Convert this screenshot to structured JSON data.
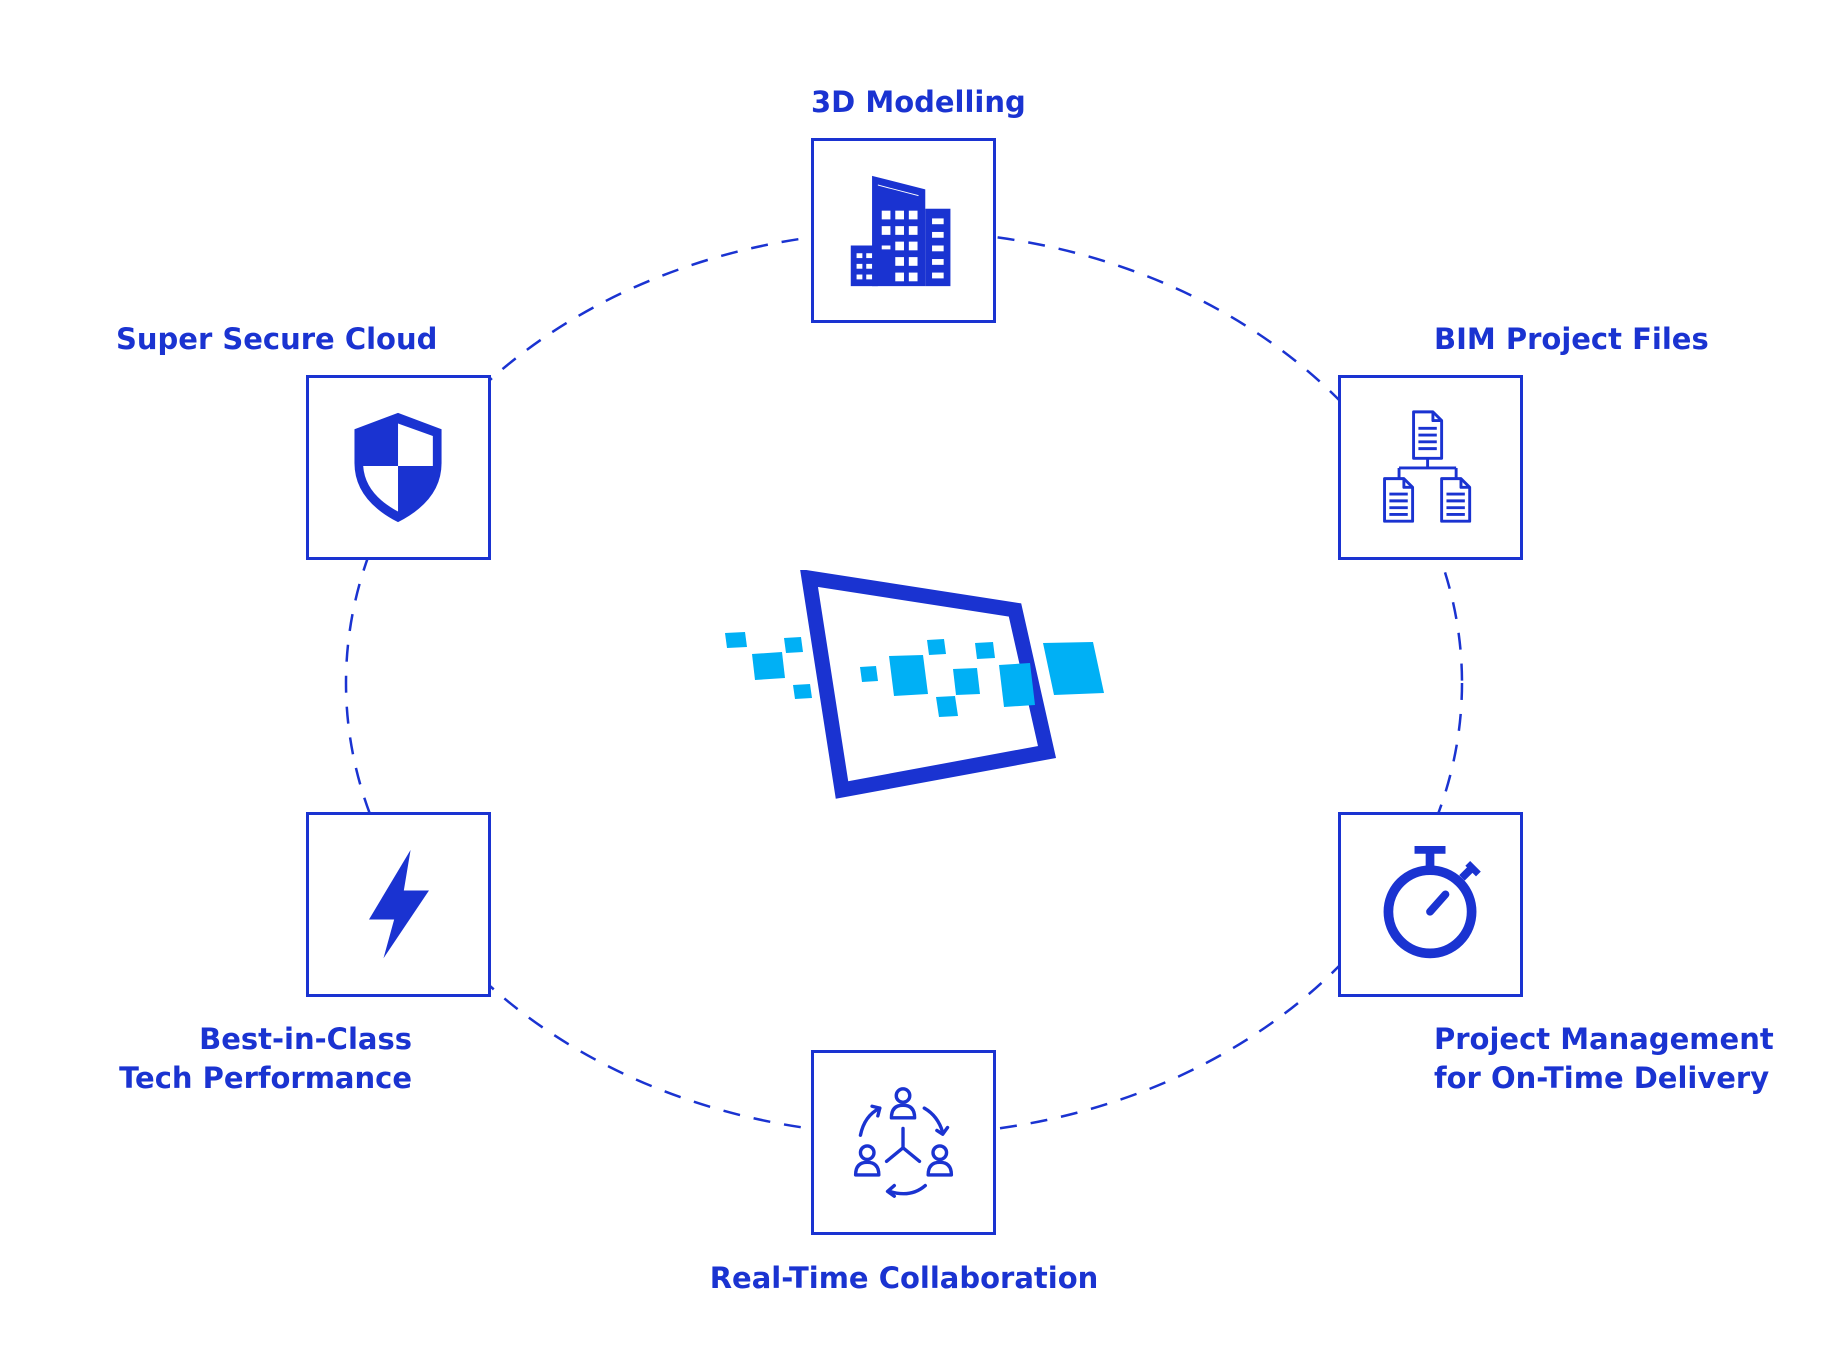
{
  "colors": {
    "primary": "#1a33d1",
    "accent": "#00b0f5",
    "background": "#ffffff"
  },
  "center_logo": {
    "icon": "pixel-frame-logo"
  },
  "features": [
    {
      "id": "modelling",
      "icon": "buildings-icon",
      "lines": [
        "3D Modelling"
      ]
    },
    {
      "id": "bim",
      "icon": "file-hierarchy-icon",
      "lines": [
        "BIM Project Files"
      ]
    },
    {
      "id": "pm",
      "icon": "stopwatch-icon",
      "lines": [
        "Project Management",
        "for On-Time Delivery"
      ]
    },
    {
      "id": "collab",
      "icon": "team-cycle-icon",
      "lines": [
        "Real-Time Collaboration"
      ]
    },
    {
      "id": "performance",
      "icon": "lightning-icon",
      "lines": [
        "Best-in-Class",
        "Tech Performance"
      ]
    },
    {
      "id": "cloud",
      "icon": "shield-icon",
      "lines": [
        "Super Secure Cloud"
      ]
    }
  ]
}
